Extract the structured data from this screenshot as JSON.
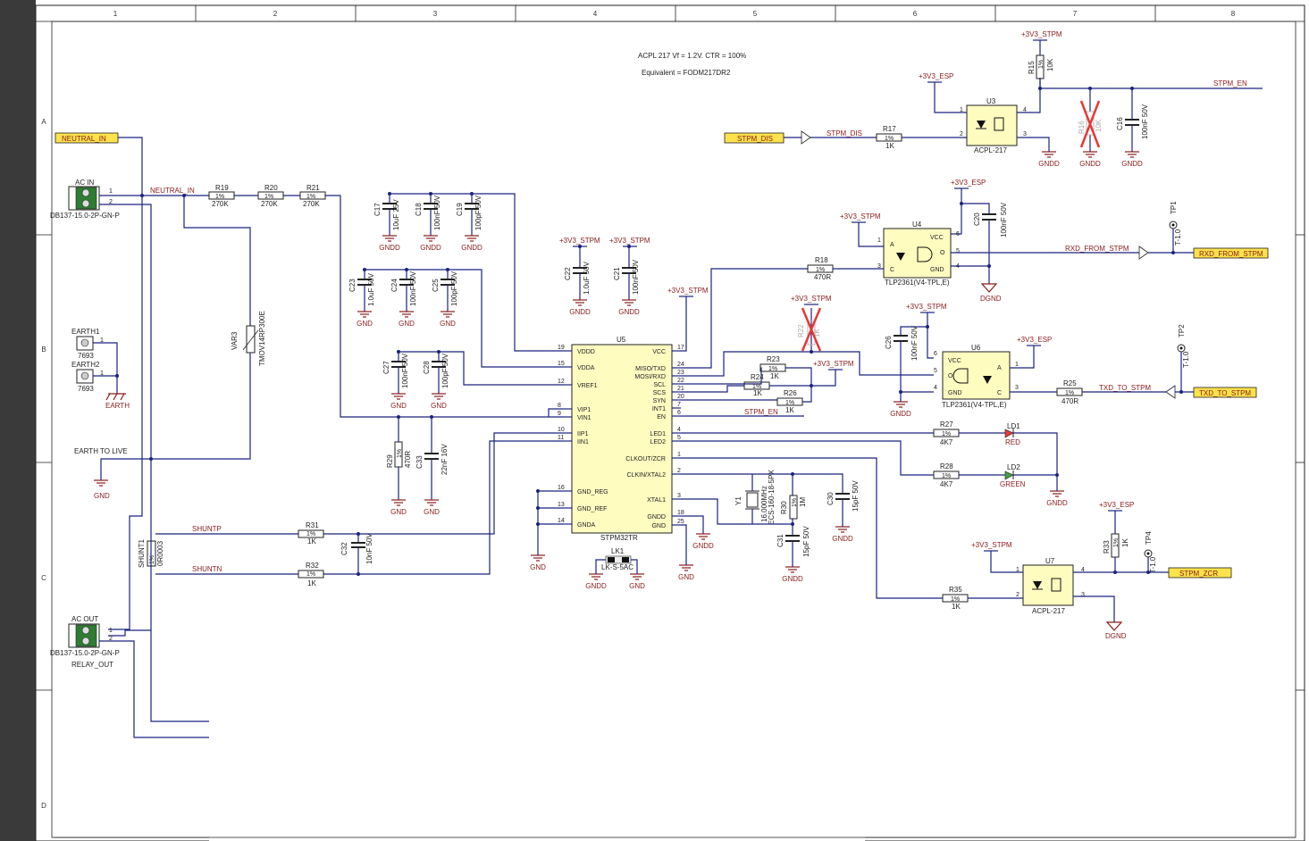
{
  "zones": {
    "cols": [
      "1",
      "2",
      "3",
      "4",
      "5",
      "6",
      "7",
      "8"
    ],
    "rows": [
      "A",
      "B",
      "C",
      "D"
    ]
  },
  "notes": {
    "line1": "ACPL 217 Vf = 1.2V.  CTR = 100%",
    "line2": "Equivalent = FODM217DR2",
    "earth_to_live": "EARTH TO LIVE"
  },
  "flags": {
    "neutral_in": "NEUTRAL_IN",
    "stpm_dis": "STPM_DIS",
    "rxd_from_stpm": "RXD_FROM_STPM",
    "txd_to_stpm": "TXD_TO_STPM",
    "stpm_zcr": "STPM_ZCR",
    "stpm_en_right": "STPM_EN"
  },
  "nets": {
    "neutral_in": "NEUTRAL_IN",
    "shuntp": "SHUNTP",
    "shuntn": "SHUNTN",
    "stpm_dis": "STPM_DIS",
    "rxd_from_stpm": "RXD_FROM_STPM",
    "txd_to_stpm": "TXD_TO_STPM",
    "stpm_en": "STPM_EN"
  },
  "power": {
    "v3_stpm": "+3V3_STPM",
    "v3_esp": "+3V3_ESP",
    "gnd": "GND",
    "gndd": "GNDD",
    "dgnd": "DGND",
    "earth": "EARTH"
  },
  "connectors": {
    "acin_ref": "AC IN",
    "acin_part": "DB137-15.0-2P-GN-P",
    "acout_ref": "AC OUT",
    "acout_part": "DB137-15.0-2P-GN-P",
    "acout_note": "RELAY_OUT",
    "earth1": "EARTH1",
    "earth2": "EARTH2",
    "earth_part": "7693",
    "pin1": "1",
    "pin2": "2"
  },
  "resistors": {
    "r19": {
      "ref": "R19",
      "tol": "1%",
      "val": "270K"
    },
    "r20": {
      "ref": "R20",
      "tol": "1%",
      "val": "270K"
    },
    "r21": {
      "ref": "R21",
      "tol": "1%",
      "val": "270K"
    },
    "r31": {
      "ref": "R31",
      "tol": "1%",
      "val": "1K"
    },
    "r32": {
      "ref": "R32",
      "tol": "1%",
      "val": "1K"
    },
    "r29": {
      "ref": "R29",
      "tol": "1%",
      "val": "470R"
    },
    "r23": {
      "ref": "R23",
      "tol": "1%",
      "val": "1K"
    },
    "r24": {
      "ref": "R24",
      "tol": "1%",
      "val": "1K"
    },
    "r26": {
      "ref": "R26",
      "tol": "1%",
      "val": "1K"
    },
    "r17": {
      "ref": "R17",
      "tol": "1%",
      "val": "1K"
    },
    "r15": {
      "ref": "R15",
      "tol": "1%",
      "val": "10K"
    },
    "r16": {
      "ref": "R16",
      "tol": "1%",
      "val": "10K"
    },
    "r18": {
      "ref": "R18",
      "tol": "1%",
      "val": "470R"
    },
    "r22": {
      "ref": "R22",
      "tol": "1%",
      "val": "1K"
    },
    "r25": {
      "ref": "R25",
      "tol": "1%",
      "val": "470R"
    },
    "r27": {
      "ref": "R27",
      "tol": "1%",
      "val": "4K7"
    },
    "r28": {
      "ref": "R28",
      "tol": "1%",
      "val": "4K7"
    },
    "r30": {
      "ref": "R30",
      "tol": "1%",
      "val": "1M"
    },
    "r33": {
      "ref": "R33",
      "tol": "1%",
      "val": "1K"
    },
    "r35": {
      "ref": "R35",
      "tol": "1%",
      "val": "1K"
    }
  },
  "capacitors": {
    "c17": {
      "ref": "C17",
      "val": "10uF 25V"
    },
    "c18": {
      "ref": "C18",
      "val": "100nF 50V"
    },
    "c19": {
      "ref": "C19",
      "val": "100pF 50V"
    },
    "c23": {
      "ref": "C23",
      "val": "1.0uF 50V"
    },
    "c24": {
      "ref": "C24",
      "val": "100nF 50V"
    },
    "c25": {
      "ref": "C25",
      "val": "100pF 50V"
    },
    "c27": {
      "ref": "C27",
      "val": "100nF 50V"
    },
    "c28": {
      "ref": "C28",
      "val": "100pF 50V"
    },
    "c33": {
      "ref": "C33",
      "val": "22nF 16V"
    },
    "c22": {
      "ref": "C22",
      "val": "1.0uF 50V"
    },
    "c21": {
      "ref": "C21",
      "val": "100nF 50V"
    },
    "c32": {
      "ref": "C32",
      "val": "10nF 50V"
    },
    "c16": {
      "ref": "C16",
      "val": "100nF 50V"
    },
    "c20": {
      "ref": "C20",
      "val": "100nF 50V"
    },
    "c26": {
      "ref": "C26",
      "val": "100nF 50V"
    },
    "c30": {
      "ref": "C30",
      "val": "15pF 50V"
    },
    "c31": {
      "ref": "C31",
      "val": "15pF 50V"
    }
  },
  "parts": {
    "var3_ref": "VAR3",
    "var3_val": "TMOV14RP300E",
    "shunt_ref": "SHUNT1",
    "shunt_val": "0R0003",
    "shunt_tol": "1%",
    "u5_ref": "U5",
    "u5_name": "STPM32TR",
    "u3_ref": "U3",
    "u3_name": "ACPL-217",
    "u4_ref": "U4",
    "u4_name": "TLP2361(V4-TPL,E)",
    "u6_ref": "U6",
    "u6_name": "TLP2361(V4-TPL,E)",
    "u7_ref": "U7",
    "u7_name": "ACPL-217",
    "y1_ref": "Y1",
    "y1_val": "16.000MHz",
    "y1_part": "ECS-160-18-5PX",
    "ld1_ref": "LD1",
    "ld1_val": "RED",
    "ld2_ref": "LD2",
    "ld2_val": "GREEN",
    "lk1_ref": "LK1",
    "lk1_val": "LK-S-5AC",
    "tp1": "TP1",
    "tp2": "TP2",
    "tp4": "TP4",
    "tp_val": "T-1.0"
  },
  "u5": {
    "left": [
      {
        "n": "19",
        "name": "VDDD"
      },
      {
        "n": "15",
        "name": "VDDA"
      },
      {
        "n": "12",
        "name": "VREF1"
      },
      {
        "n": "8",
        "name": "VIP1"
      },
      {
        "n": "9",
        "name": "VIN1"
      },
      {
        "n": "10",
        "name": "IIP1"
      },
      {
        "n": "11",
        "name": "IIN1"
      },
      {
        "n": "16",
        "name": "GND_REG"
      },
      {
        "n": "13",
        "name": "GND_REF"
      },
      {
        "n": "14",
        "name": "GNDA"
      }
    ],
    "right": [
      {
        "n": "17",
        "name": "VCC"
      },
      {
        "n": "24",
        "name": "MISO/TXD"
      },
      {
        "n": "23",
        "name": "MOSI/RXD"
      },
      {
        "n": "22",
        "name": "SCL"
      },
      {
        "n": "21",
        "name": "SCS"
      },
      {
        "n": "20",
        "name": "SYN"
      },
      {
        "n": "7",
        "name": "INT1"
      },
      {
        "n": "6",
        "name": "EN"
      },
      {
        "n": "4",
        "name": "LED1"
      },
      {
        "n": "5",
        "name": "LED2"
      },
      {
        "n": "1",
        "name": "CLKOUT/ZCR"
      },
      {
        "n": "2",
        "name": "CLKIN/XTAL2"
      },
      {
        "n": "3",
        "name": "XTAL1"
      },
      {
        "n": "18",
        "name": "GNDD"
      },
      {
        "n": "25",
        "name": "GND"
      }
    ]
  },
  "opto_pins": {
    "vcc": "VCC",
    "gnd": "GND",
    "a": "A",
    "c": "C",
    "o": "O",
    "n1": "1",
    "n2": "2",
    "n3": "3",
    "n4": "4",
    "n5": "5",
    "n6": "6"
  }
}
